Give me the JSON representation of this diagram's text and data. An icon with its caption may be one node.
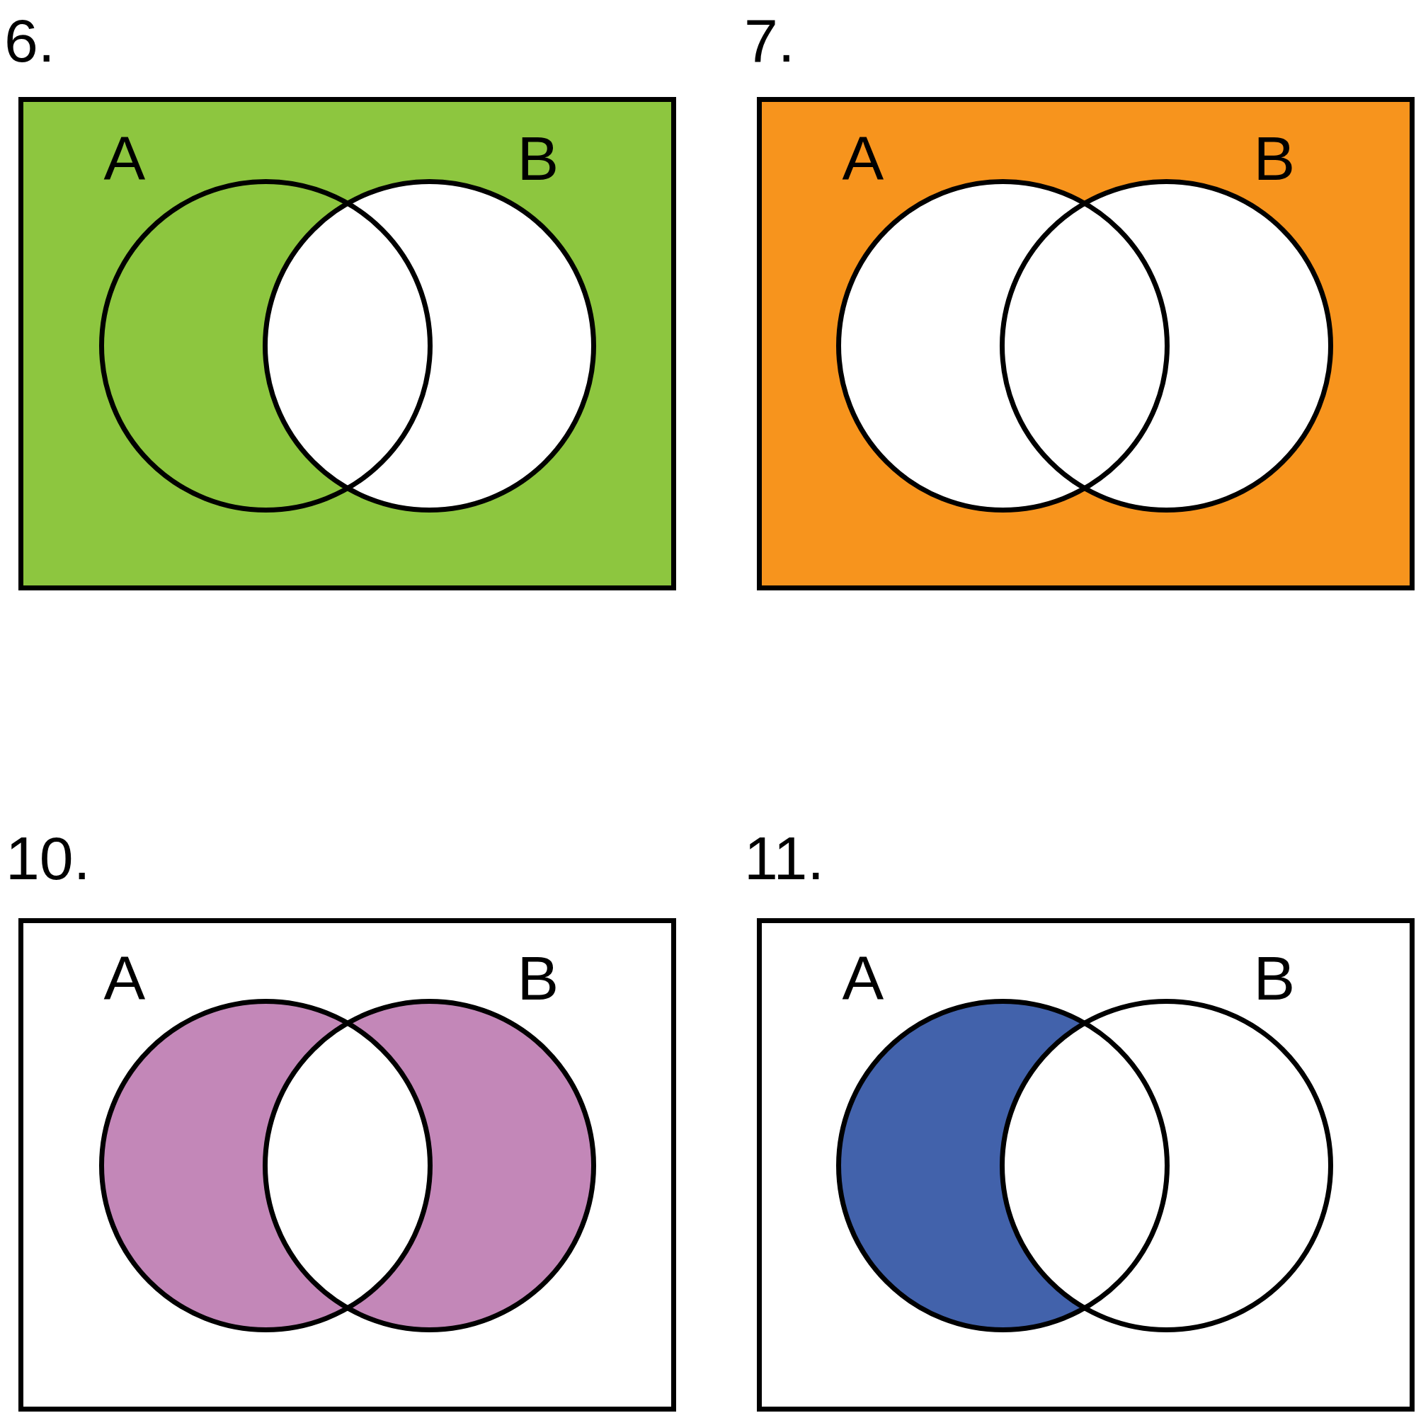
{
  "diagram": {
    "nodes": [
      {
        "text": [
          "6."
        ]
      },
      {
        "text": [
          "A"
        ],
        "in": 0
      },
      {
        "text": [
          "B"
        ],
        "in": 0
      },
      {
        "text": [
          "7."
        ]
      },
      {
        "text": [
          "A"
        ],
        "in": 3
      },
      {
        "text": [
          "B"
        ],
        "in": 3
      },
      {
        "text": [
          "10."
        ]
      },
      {
        "text": [
          "A"
        ],
        "in": 6
      },
      {
        "text": [
          "B"
        ],
        "in": 6
      },
      {
        "text": [
          "11."
        ]
      },
      {
        "text": [
          "A"
        ],
        "in": 9
      },
      {
        "text": [
          "B"
        ],
        "in": 9
      }
    ]
  }
}
